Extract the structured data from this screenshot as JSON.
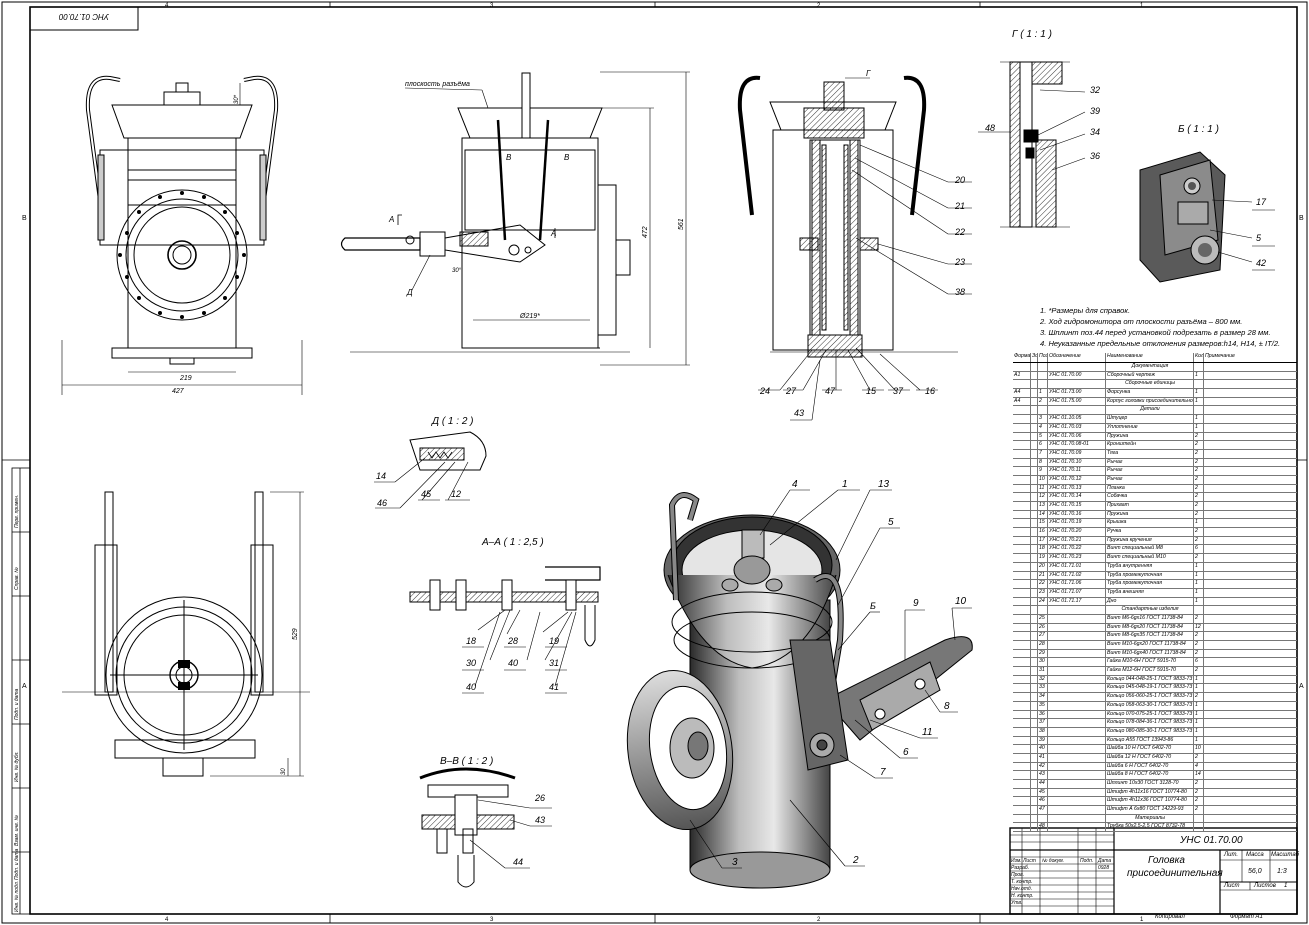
{
  "frame": {
    "zone_numbers": [
      "4",
      "3",
      "2",
      "1"
    ],
    "zone_letters": [
      "В",
      "А"
    ],
    "corner_code": "УНС 01.70.00",
    "side_stamps": [
      "Перв. примен.",
      "Справ. №",
      "Подп. и дата",
      "Инв. № дубл.",
      "Взам. инв. №",
      "Подп. и дата",
      "Инв. № подл."
    ]
  },
  "views": {
    "front": {
      "dim_height_top": "30*",
      "dim_width_inner": "219",
      "dim_width_outer": "427"
    },
    "side": {
      "label_plane": "плоскость разъёма",
      "dim_total": "561",
      "dim_mid": "472",
      "dim_diam": "Ø219*",
      "section_a": "А",
      "section_v": "В",
      "label_d": "Д",
      "angle": "30°"
    },
    "section": {
      "label_g": "Г"
    },
    "bottom": {
      "dim_height": "529",
      "dim_small": "30"
    }
  },
  "details": {
    "g": {
      "title": "Г ( 1 : 1 )",
      "callouts": [
        "32",
        "39",
        "34",
        "36",
        "48"
      ]
    },
    "b": {
      "title": "Б ( 1 : 1 )",
      "callouts": [
        "17",
        "5",
        "42"
      ]
    },
    "d": {
      "title": "Д ( 1 : 2 )",
      "callouts": [
        "14",
        "46",
        "45",
        "12"
      ]
    },
    "aa": {
      "title": "А–А ( 1 : 2,5 )",
      "callouts": [
        "18",
        "28",
        "19",
        "30",
        "40",
        "31",
        "40",
        "41"
      ]
    },
    "vv": {
      "title": "В–В ( 1 : 2 )",
      "callouts": [
        "26",
        "43",
        "44"
      ]
    }
  },
  "section_callouts": [
    "20",
    "21",
    "22",
    "23",
    "38",
    "24",
    "27",
    "47",
    "15",
    "37",
    "16",
    "43"
  ],
  "iso_callouts": [
    "4",
    "1",
    "13",
    "5",
    "Б",
    "9",
    "10",
    "8",
    "11",
    "6",
    "7",
    "2",
    "3"
  ],
  "notes": [
    "1.   *Размеры для справок.",
    "2.   Ход гидромонитора от плоскости  разъёма – 800 мм.",
    "3.   Шплинт поз.44 перед установкой подрезать в размер 28 мм.",
    "4.   Неуказанные предельные отклонения размеров:h14, H14, ± IT/2."
  ],
  "spec": {
    "headers": [
      "Формат",
      "Зона",
      "Поз.",
      "Обозначение",
      "Наименование",
      "Кол.",
      "Примечание"
    ],
    "rows": [
      [
        "",
        "",
        "",
        "",
        "Документация",
        "",
        ""
      ],
      [
        "А1",
        "",
        "",
        "УНС 01.70.00",
        "Сборочный чертеж",
        "1",
        ""
      ],
      [
        "",
        "",
        "",
        "",
        "Сборочные единицы",
        "",
        ""
      ],
      [
        "А4",
        "",
        "1",
        "УНС 01.73.00",
        "Форсунка",
        "1",
        ""
      ],
      [
        "А4",
        "",
        "2",
        "УНС 01.75.00",
        "Корпус головки присоединительной",
        "1",
        ""
      ],
      [
        "",
        "",
        "",
        "",
        "Детали",
        "",
        ""
      ],
      [
        "",
        "",
        "3",
        "УНС 01.10.05",
        "Штуцер",
        "1",
        ""
      ],
      [
        "",
        "",
        "4",
        "УНС 01.70.03",
        "Уплотнение",
        "1",
        ""
      ],
      [
        "",
        "",
        "5",
        "УНС 01.70.06",
        "Пружина",
        "2",
        ""
      ],
      [
        "",
        "",
        "6",
        "УНС 01.70.08-01",
        "Кронштейн",
        "2",
        ""
      ],
      [
        "",
        "",
        "7",
        "УНС 01.70.09",
        "Тяга",
        "2",
        ""
      ],
      [
        "",
        "",
        "8",
        "УНС 01.70.10",
        "Рычаг",
        "2",
        ""
      ],
      [
        "",
        "",
        "9",
        "УНС 01.70.11",
        "Рычаг",
        "2",
        ""
      ],
      [
        "",
        "",
        "10",
        "УНС 01.70.12",
        "Рычаг",
        "2",
        ""
      ],
      [
        "",
        "",
        "11",
        "УНС 01.70.13",
        "Планка",
        "2",
        ""
      ],
      [
        "",
        "",
        "12",
        "УНС 01.70.14",
        "Собачка",
        "2",
        ""
      ],
      [
        "",
        "",
        "13",
        "УНС 01.70.15",
        "Прихват",
        "2",
        ""
      ],
      [
        "",
        "",
        "14",
        "УНС 01.70.16",
        "Пружина",
        "2",
        ""
      ],
      [
        "",
        "",
        "15",
        "УНС 01.70.19",
        "Крышка",
        "1",
        ""
      ],
      [
        "",
        "",
        "16",
        "УНС 01.70.20",
        "Ручка",
        "2",
        ""
      ],
      [
        "",
        "",
        "17",
        "УНС 01.70.21",
        "Пружина кручения",
        "2",
        ""
      ],
      [
        "",
        "",
        "18",
        "УНС 01.70.22",
        "Винт специальный М8",
        "6",
        ""
      ],
      [
        "",
        "",
        "19",
        "УНС 01.70.23",
        "Винт специальный М10",
        "2",
        ""
      ],
      [
        "",
        "",
        "20",
        "УНС 01.71.01",
        "Труба внутренняя",
        "1",
        ""
      ],
      [
        "",
        "",
        "21",
        "УНС 01.71.02",
        "Труба промежуточная",
        "1",
        ""
      ],
      [
        "",
        "",
        "22",
        "УНС 01.71.06",
        "Труба промежуточная",
        "1",
        ""
      ],
      [
        "",
        "",
        "23",
        "УНС 01.71.07",
        "Труба внешняя",
        "1",
        ""
      ],
      [
        "",
        "",
        "24",
        "УНС 01.71.17",
        "Дно",
        "1",
        ""
      ],
      [
        "",
        "",
        "",
        "",
        "Стандартные изделия",
        "",
        ""
      ],
      [
        "",
        "",
        "25",
        "",
        "Винт М6-6gx16 ГОСТ 11738-84",
        "2",
        ""
      ],
      [
        "",
        "",
        "26",
        "",
        "Винт М8-6gx20 ГОСТ 11738-84",
        "12",
        ""
      ],
      [
        "",
        "",
        "27",
        "",
        "Винт М8-6gx35 ГОСТ 11738-84",
        "2",
        ""
      ],
      [
        "",
        "",
        "28",
        "",
        "Винт М10-6gx20 ГОСТ 11738-84",
        "2",
        ""
      ],
      [
        "",
        "",
        "29",
        "",
        "Винт М10-6gx40 ГОСТ 11738-84",
        "2",
        ""
      ],
      [
        "",
        "",
        "30",
        "",
        "Гайка М10-6H ГОСТ 5915-70",
        "6",
        ""
      ],
      [
        "",
        "",
        "31",
        "",
        "Гайка М12-6H ГОСТ 5915-70",
        "2",
        ""
      ],
      [
        "",
        "",
        "32",
        "",
        "Кольцо 044-048-25-1 ГОСТ 9833-73",
        "1",
        ""
      ],
      [
        "",
        "",
        "33",
        "",
        "Кольцо 045-048-19-1 ГОСТ 9833-73",
        "1",
        ""
      ],
      [
        "",
        "",
        "34",
        "",
        "Кольцо 056-060-25-1 ГОСТ 9833-73",
        "2",
        ""
      ],
      [
        "",
        "",
        "35",
        "",
        "Кольцо 058-063-30-1 ГОСТ 9833-73",
        "1",
        ""
      ],
      [
        "",
        "",
        "36",
        "",
        "Кольцо 070-075-25-1 ГОСТ 9833-73",
        "1",
        ""
      ],
      [
        "",
        "",
        "37",
        "",
        "Кольцо 078-084-36-1 ГОСТ 9833-73",
        "1",
        ""
      ],
      [
        "",
        "",
        "38",
        "",
        "Кольцо 080-085-30-1 ГОСТ 9833-73",
        "1",
        ""
      ],
      [
        "",
        "",
        "39",
        "",
        "Кольцо А55 ГОСТ 13943-86",
        "1",
        ""
      ],
      [
        "",
        "",
        "40",
        "",
        "Шайба 10 Н ГОСТ 6402-70",
        "10",
        ""
      ],
      [
        "",
        "",
        "41",
        "",
        "Шайба 12 Н ГОСТ 6402-70",
        "2",
        ""
      ],
      [
        "",
        "",
        "42",
        "",
        "Шайба 6 Н ГОСТ 6402-70",
        "4",
        ""
      ],
      [
        "",
        "",
        "43",
        "",
        "Шайба 8 Н ГОСТ 6402-70",
        "14",
        ""
      ],
      [
        "",
        "",
        "44",
        "",
        "Шплинт 10х30 ГОСТ 3128-70",
        "2",
        ""
      ],
      [
        "",
        "",
        "45",
        "",
        "Штифт 4h11x16 ГОСТ 10774-80",
        "2",
        ""
      ],
      [
        "",
        "",
        "46",
        "",
        "Штифт 4h11x36 ГОСТ 10774-80",
        "2",
        ""
      ],
      [
        "",
        "",
        "47",
        "",
        "Штифт А 6х80 ГОСТ 14229-93",
        "2",
        ""
      ],
      [
        "",
        "",
        "",
        "",
        "Материалы",
        "",
        ""
      ],
      [
        "",
        "",
        "48",
        "",
        "Трубка 50х2,5-2,5 ГОСТ 8732-78",
        "",
        ""
      ]
    ]
  },
  "title_block": {
    "designation": "УНС 01.70.00",
    "name_line1": "Головка",
    "name_line2": "присоединительная",
    "lit_label": "Лит.",
    "mass_label": "Масса",
    "scale_label": "Масштаб",
    "mass": "56,0",
    "scale": "1:3",
    "sheet_label": "Лист",
    "sheets_label": "Листов",
    "sheets": "1",
    "rows": [
      "Изм.",
      "Лист",
      "№ докум.",
      "Подп.",
      "Дата"
    ],
    "roles": [
      "Разраб.",
      "Пров.",
      "Т. контр.",
      "Нач.отд.",
      "Н. контр.",
      "Утв."
    ],
    "date": "0928",
    "copied": "Копировал",
    "format": "Формат А1"
  }
}
